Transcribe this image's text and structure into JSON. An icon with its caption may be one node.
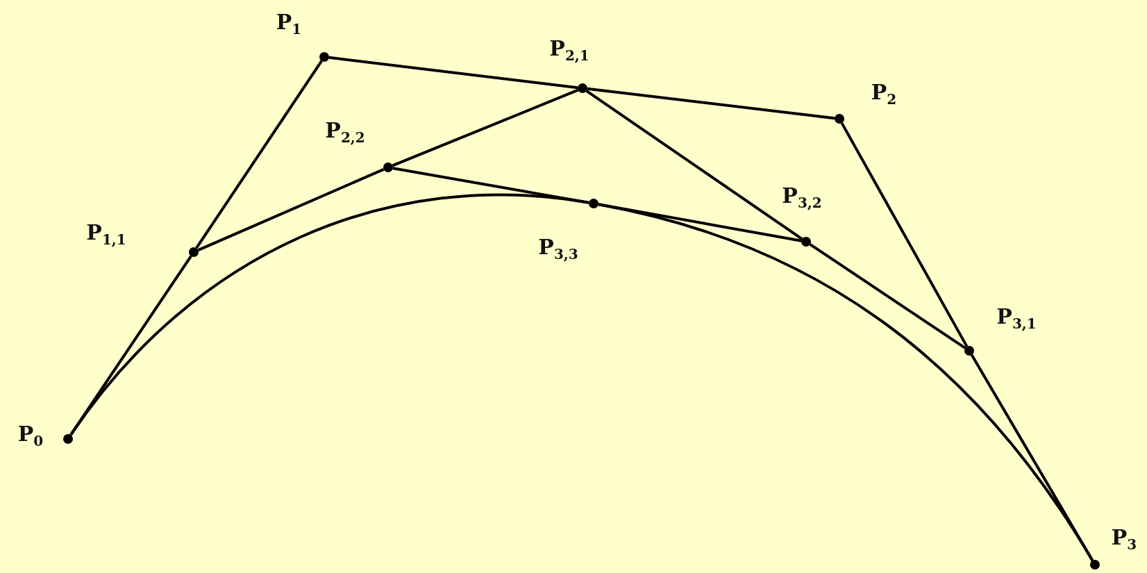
{
  "diagram": {
    "nodes": [
      {
        "text": [
          "P$_{1}$"
        ]
      },
      {
        "text": [
          "P$_{2,1}$"
        ]
      },
      {
        "text": [
          "P$_{2}$"
        ]
      },
      {
        "text": [
          "P$_{2,2}$"
        ]
      },
      {
        "text": [
          "P$_{1,1}$"
        ]
      },
      {
        "text": [
          "P$_{3,3}$"
        ]
      },
      {
        "text": [
          "P$_{3,2}$"
        ]
      },
      {
        "text": [
          "P$_{3,1}$"
        ]
      },
      {
        "text": [
          "P$_{0}$"
        ]
      },
      {
        "text": [
          "P$_{3}$"
        ]
      }
    ],
    "edges": [
      {
        "from": 8,
        "to": 4,
        "arrow": "none"
      },
      {
        "from": 4,
        "to": 0,
        "arrow": "none"
      },
      {
        "from": 0,
        "to": 1,
        "arrow": "none"
      },
      {
        "from": 1,
        "to": 2,
        "arrow": "none"
      },
      {
        "from": 2,
        "to": 7,
        "arrow": "none"
      },
      {
        "from": 7,
        "to": 9,
        "arrow": "none"
      },
      {
        "from": 4,
        "to": 3,
        "arrow": "none"
      },
      {
        "from": 3,
        "to": 1,
        "arrow": "none"
      },
      {
        "from": 1,
        "to": 6,
        "arrow": "none"
      },
      {
        "from": 6,
        "to": 7,
        "arrow": "none"
      },
      {
        "from": 3,
        "to": 5,
        "arrow": "none"
      },
      {
        "from": 5,
        "to": 6,
        "arrow": "none"
      },
      {
        "from": 8,
        "to": 5,
        "arrow": "none"
      },
      {
        "from": 5,
        "to": 9,
        "arrow": "none"
      }
    ]
  }
}
